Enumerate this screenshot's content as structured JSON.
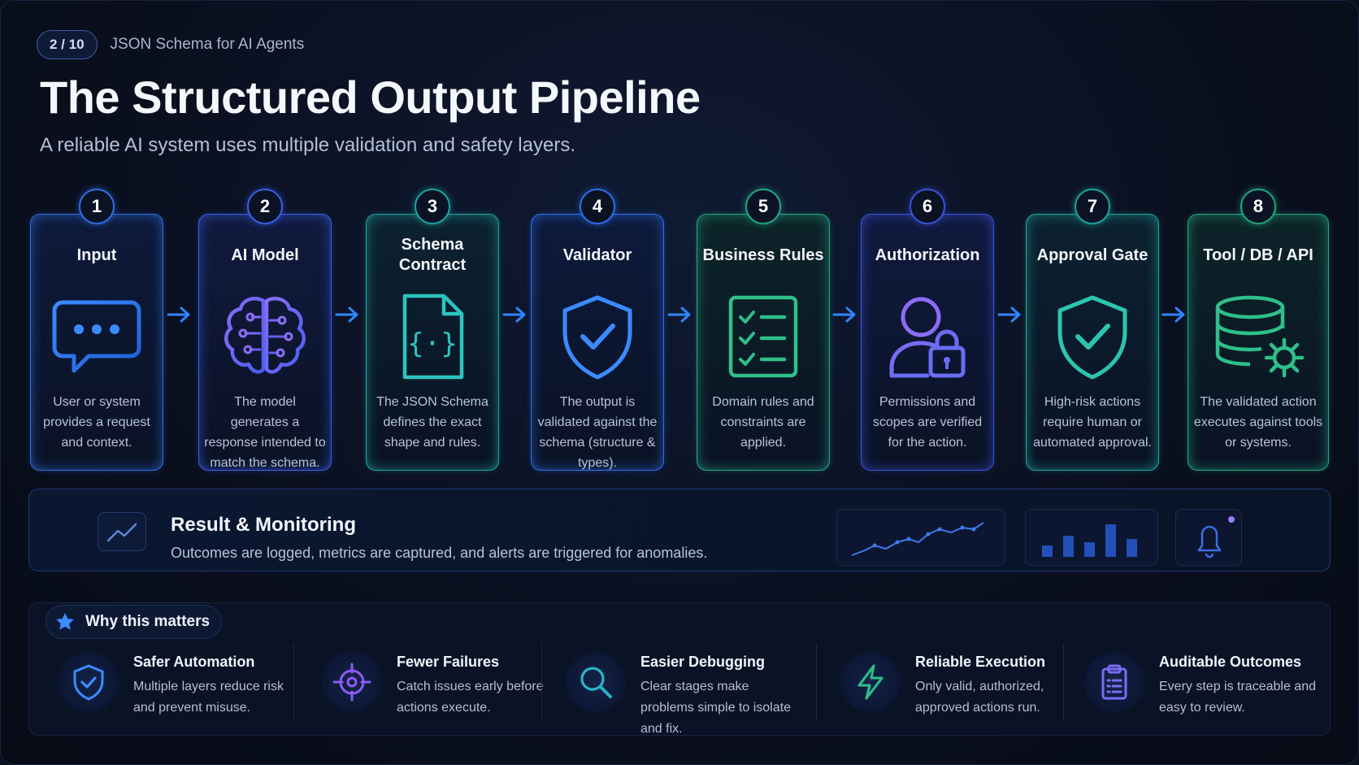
{
  "header": {
    "slide_badge": "2 / 10",
    "deck_title": "JSON Schema for AI Agents",
    "title": "The Structured Output Pipeline",
    "subtitle": "A reliable AI system uses multiple validation and safety layers."
  },
  "stages": [
    {
      "number": "1",
      "title": "Input",
      "description": "User or system provides a request and context.",
      "icon": "chat-bubble-icon",
      "color": "#2f6fe0"
    },
    {
      "number": "2",
      "title": "AI Model",
      "description": "The model generates a response intended to match the schema.",
      "icon": "brain-circuit-icon",
      "color": "#3a5ee8"
    },
    {
      "number": "3",
      "title": "Schema Contract",
      "description": "The JSON Schema defines the exact shape and rules.",
      "icon": "json-document-icon",
      "color": "#1fa3a0"
    },
    {
      "number": "4",
      "title": "Validator",
      "description": "The output is validated against the schema (structure & types).",
      "icon": "shield-check-icon",
      "color": "#2d6fe6"
    },
    {
      "number": "5",
      "title": "Business Rules",
      "description": "Domain rules and constraints are applied.",
      "icon": "checklist-icon",
      "color": "#23a583"
    },
    {
      "number": "6",
      "title": "Authorization",
      "description": "Permissions and scopes are verified for the action.",
      "icon": "user-lock-icon",
      "color": "#3a52d8"
    },
    {
      "number": "7",
      "title": "Approval Gate",
      "description": "High-risk actions require human or automated approval.",
      "icon": "shield-check-icon",
      "color": "#1fa39a"
    },
    {
      "number": "8",
      "title": "Tool / DB / API",
      "description": "The validated action executes against tools or systems.",
      "icon": "database-gear-icon",
      "color": "#22a57e"
    }
  ],
  "result": {
    "title": "Result & Monitoring",
    "description": "Outcomes are logged, metrics are captured, and alerts are triggered for anomalies.",
    "icon": "trend-line-icon",
    "widgets": [
      "line-chart-icon",
      "bar-chart-icon",
      "bell-icon"
    ]
  },
  "why": {
    "label": "Why this matters",
    "icon": "star-icon",
    "benefits": [
      {
        "title": "Safer Automation",
        "description": "Multiple layers reduce risk and prevent misuse.",
        "icon": "shield-check-icon",
        "color": "#3a8cff"
      },
      {
        "title": "Fewer Failures",
        "description": "Catch issues early before actions execute.",
        "icon": "target-icon",
        "color": "#8b5cf6"
      },
      {
        "title": "Easier Debugging",
        "description": "Clear stages make problems simple to isolate and fix.",
        "icon": "magnifier-icon",
        "color": "#2bb3c8"
      },
      {
        "title": "Reliable Execution",
        "description": "Only valid, authorized, approved actions run.",
        "icon": "lightning-icon",
        "color": "#2fbf8a"
      },
      {
        "title": "Auditable Outcomes",
        "description": "Every step is traceable and easy to review.",
        "icon": "clipboard-icon",
        "color": "#7b6cf6"
      }
    ]
  }
}
